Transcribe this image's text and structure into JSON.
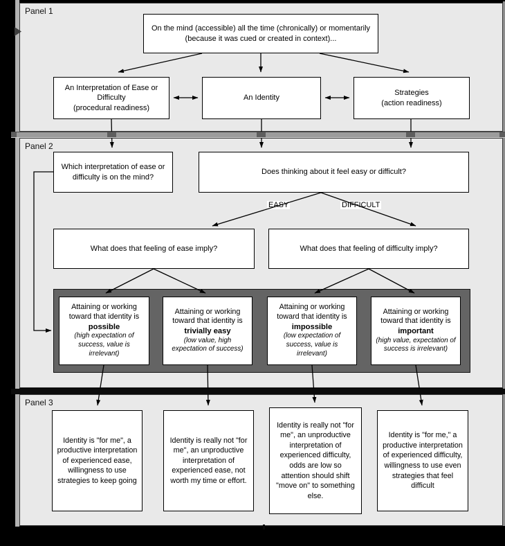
{
  "colors": {
    "canvas_bg": "#000000",
    "panel_bg": "#e9e9e9",
    "box_bg": "#ffffff",
    "band_bg": "#646464",
    "separator_gray": "#9c9c9c",
    "separator_black": "#0c0c0c",
    "line": "#000000"
  },
  "panel1": {
    "label": "Panel 1",
    "root_box": "On the mind (accessible) all the time (chronically) or momentarily (because it was cued or created in context)...",
    "interpretation_box": {
      "title": "An Interpretation of Ease or Difficulty",
      "subtitle": "(procedural readiness)"
    },
    "identity_box": {
      "title": "An Identity"
    },
    "strategies_box": {
      "title": "Strategies",
      "subtitle": "(action readiness)"
    }
  },
  "panel2": {
    "label": "Panel 2",
    "which_box": "Which interpretation of ease or difficulty is on the mind?",
    "does_box": "Does thinking about it feel easy or difficult?",
    "easy_label": "EASY",
    "difficult_label": "DIFFICULT",
    "ease_imply_box": "What does that feeling of ease imply?",
    "difficulty_imply_box": "What does that feeling of difficulty imply?",
    "outcome_boxes": [
      {
        "lead": "Attaining or working toward that identity is",
        "term": "possible",
        "note": "(high expectation of success, value is irrelevant)"
      },
      {
        "lead": "Attaining or working toward that identity is",
        "term": "trivially easy",
        "note": "(low value, high expectation of success)"
      },
      {
        "lead": "Attaining or working toward that identity is",
        "term": "impossible",
        "note": "(low expectation of success, value is irrelevant)"
      },
      {
        "lead": "Attaining or working toward that identity is",
        "term": "important",
        "note": "(high value, expectation of success is irrelevant)"
      }
    ]
  },
  "panel3": {
    "label": "Panel 3",
    "conclusion_boxes": [
      "Identity is \"for me\", a productive interpretation of experienced ease, willingness to use strategies to keep going",
      "Identity is really not \"for me\", an unproductive interpretation of experienced ease, not worth my time or effort.",
      "Identity is really not \"for me\", an unproductive interpretation of experienced difficulty, odds are low so attention should shift \"move on\" to something else.",
      "Identity is \"for me,\" a productive interpretation of experienced difficulty, willingness to use even strategies that feel difficult"
    ]
  }
}
